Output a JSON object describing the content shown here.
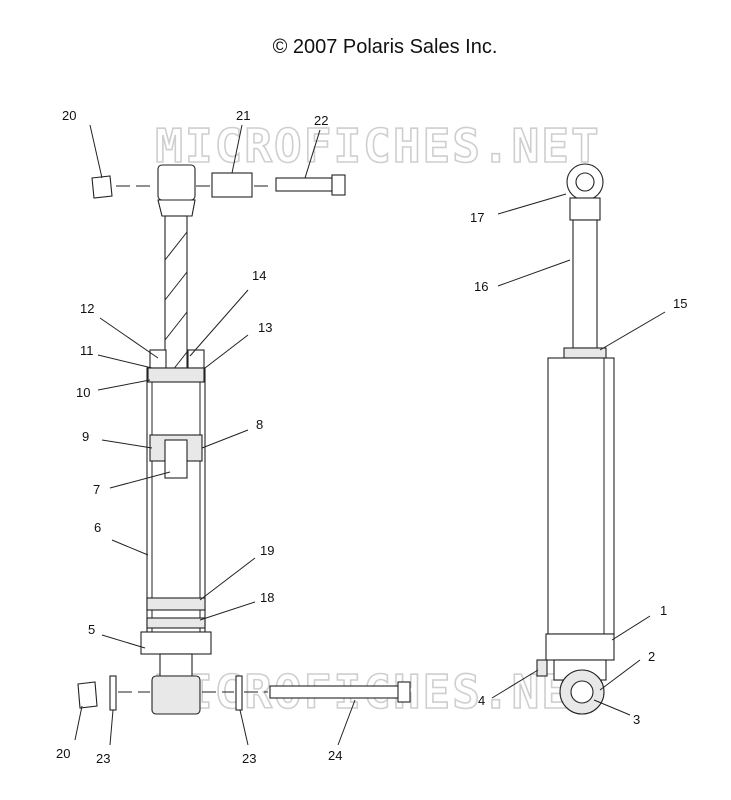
{
  "title": "© 2007 Polaris Sales Inc.",
  "watermark": "MICROFICHES.NET",
  "callouts": [
    "1",
    "2",
    "3",
    "4",
    "5",
    "6",
    "7",
    "8",
    "9",
    "10",
    "11",
    "12",
    "13",
    "14",
    "15",
    "16",
    "17",
    "18",
    "19",
    "20",
    "20",
    "21",
    "22",
    "23",
    "23",
    "24"
  ]
}
